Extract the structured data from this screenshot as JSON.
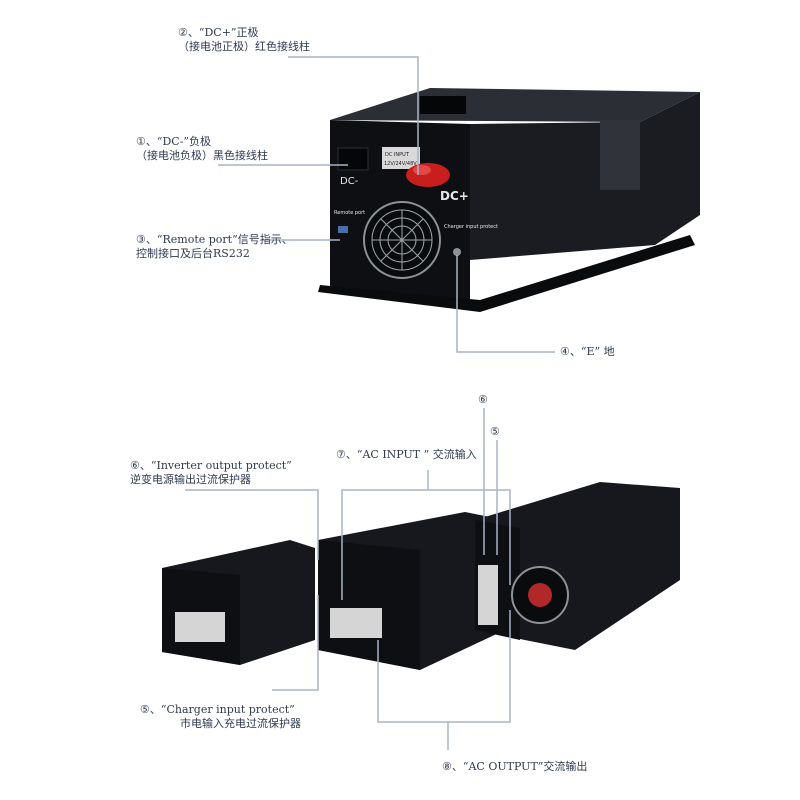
{
  "labels": {
    "dc_plus": {
      "line1": "②、“DC+”正极",
      "line2": "（接电池正极）红色接线柱"
    },
    "dc_minus": {
      "line1": "①、“DC-”负极",
      "line2": "（接电池负极）黑色接线柱"
    },
    "remote": {
      "line1": "③、“Remote port”信号指示、",
      "line2": "控制接口及后台RS232"
    },
    "earth": {
      "line1": "④、“E” 地"
    },
    "num6": "⑥",
    "num5": "⑤",
    "ac_input": "⑦、“AC INPUT ” 交流输入",
    "inverter_protect": {
      "line1": "⑥、“Inverter output protect”",
      "line2": "逆变电源输出过流保护器"
    },
    "charger_protect": {
      "line1": "⑤、“Charger input protect”",
      "line2": "市电输入充电过流保护器"
    },
    "ac_output": "⑧、“AC OUTPUT”交流输出"
  },
  "device_text": {
    "dc_input": "DC INPUT",
    "dc_voltage": "12V/24V/48V",
    "dc_plus_mark": "DC+",
    "dc_minus_mark": "DC-",
    "remote_port": "Remote port",
    "charger_input_protect": "Charger input protect"
  },
  "colors": {
    "label_text": "#2f3a52",
    "leader_line": "#a9b4c8",
    "device_body": "#121418",
    "terminal_red": "#c81e1e"
  }
}
